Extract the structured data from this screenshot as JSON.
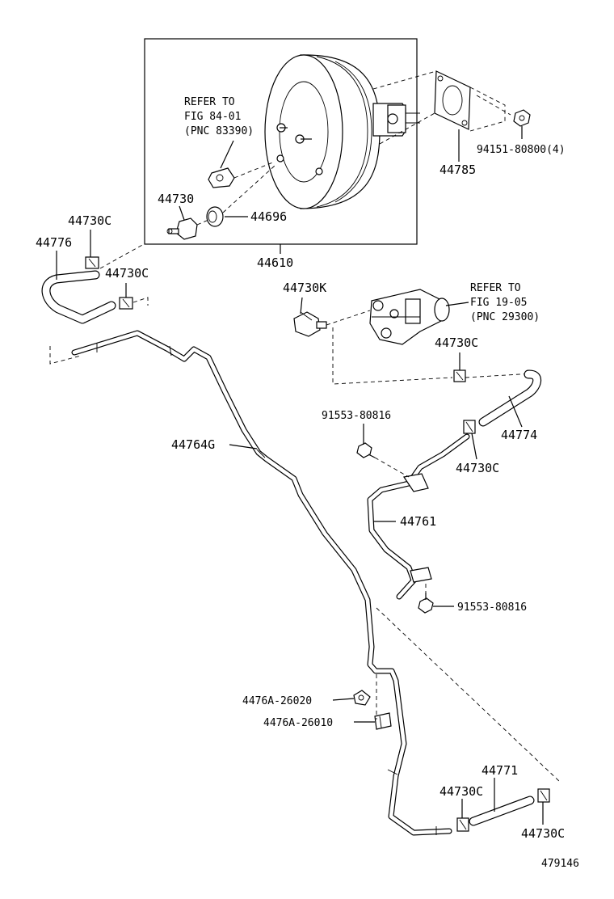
{
  "diagram": {
    "figure_number": "479146",
    "labels": {
      "p44610": "44610",
      "p44730": "44730",
      "p44696": "44696",
      "p44785": "44785",
      "p94151": "94151-80800(4)",
      "p44730c_top": "44730C",
      "p44776": "44776",
      "p44730c_mid": "44730C",
      "p44730k": "44730K",
      "p44730c_right": "44730C",
      "p91553_top": "91553-80816",
      "p44774": "44774",
      "p44730c_right2": "44730C",
      "p44764g": "44764G",
      "p44761": "44761",
      "p91553_bottom": "91553-80816",
      "p4476a_26020": "4476A-26020",
      "p4476a_26010": "4476A-26010",
      "p44771": "44771",
      "p44730c_bot_left": "44730C",
      "p44730c_bot_right": "44730C"
    },
    "refs": {
      "ref1": [
        "REFER TO",
        "FIG 84-01",
        "(PNC 83390)"
      ],
      "ref2": [
        "REFER TO",
        "FIG 19-05",
        "(PNC 29300)"
      ]
    }
  }
}
